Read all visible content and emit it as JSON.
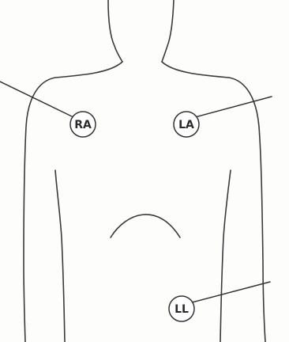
{
  "electrodes": [
    {
      "id": "ra",
      "label": "RA"
    },
    {
      "id": "la",
      "label": "LA"
    },
    {
      "id": "ll",
      "label": "LL"
    }
  ],
  "colors": {
    "line": "#333333",
    "background": "#fdfdfb"
  }
}
